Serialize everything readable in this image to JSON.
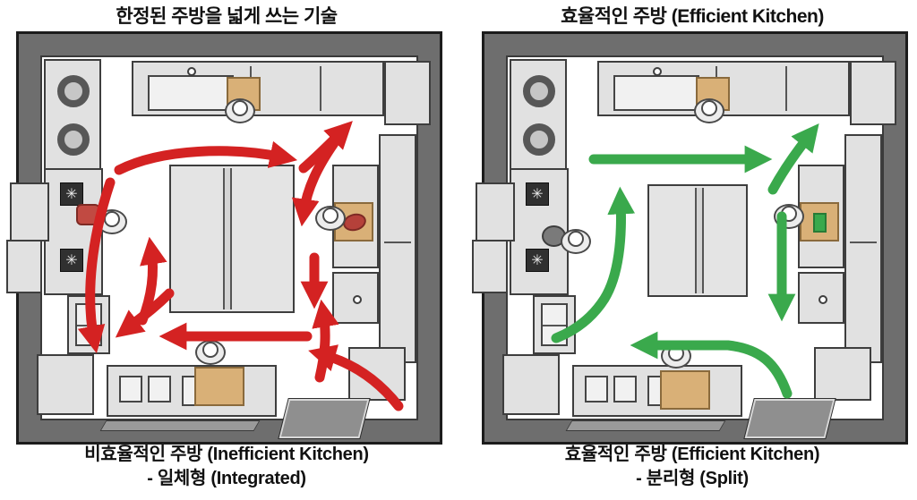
{
  "colors": {
    "inefficient_arrow": "#d42222",
    "efficient_arrow": "#3aa94c",
    "wall": "#6e6e6e",
    "cabinet": "#e1e1e1",
    "cutting_board": "#d9b077"
  },
  "icons": {
    "burner": "✳"
  },
  "left_panel": {
    "title": "한정된 주방을 넓게 쓰는 기술",
    "caption": [
      "비효율적인 주방 (Inefficient Kitchen)",
      "- 일체형 (Integrated)"
    ],
    "arrow_color": "#d42222",
    "arrows": [
      "M 112,152 C 160,128 238,126 296,138",
      "M 318,150 C 332,138 346,124 362,108",
      "M 352,122 C 334,148 322,172 318,200",
      "M 330,250 L 330,292",
      "M 336,384 C 342,358 344,336 340,312",
      "M 424,416 C 402,388 374,368 338,358",
      "M 322,338 L 172,338",
      "M 102,166 C 82,226 74,290 84,342",
      "M 138,320 C 148,294 152,268 148,242",
      "M 168,290 C 152,306 138,316 120,330"
    ]
  },
  "right_panel": {
    "title": "효율적인 주방 (Efficient Kitchen)",
    "caption": [
      "효율적인 주방 (Efficient Kitchen)",
      "- 분리형 (Split)"
    ],
    "arrow_color": "#3aa94c",
    "arrows": [
      "M 122,140 L 306,140",
      "M 322,174 C 334,152 348,132 364,112",
      "M 332,204 L 332,306",
      "M 338,402 C 326,368 308,352 272,348 L 178,348",
      "M 80,340 C 100,332 120,318 134,296 C 150,270 154,228 152,186"
    ]
  }
}
